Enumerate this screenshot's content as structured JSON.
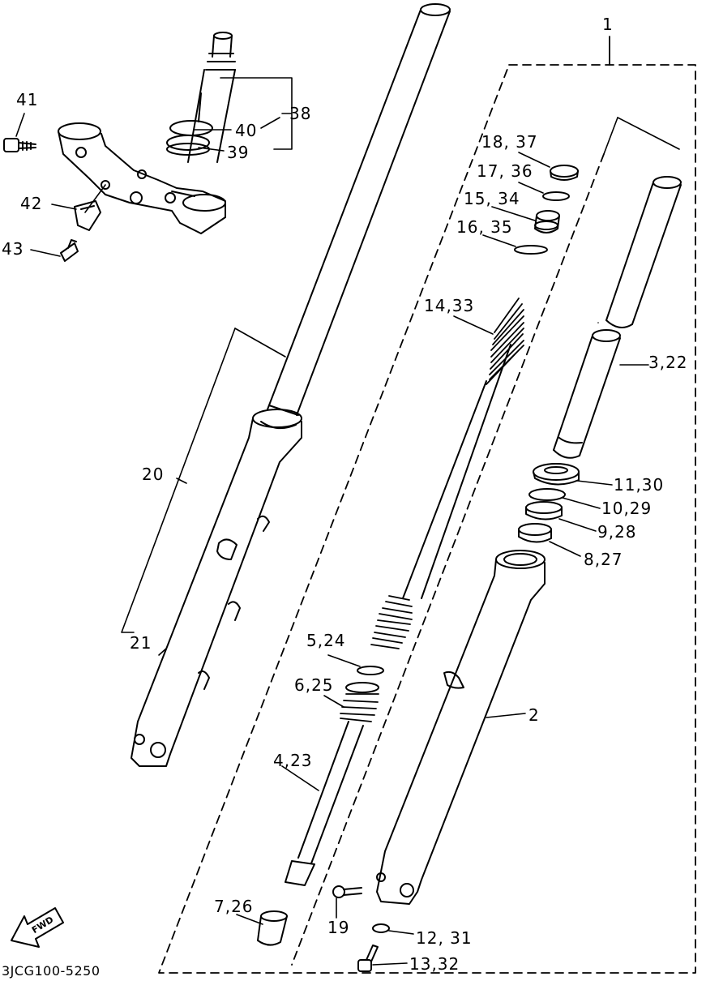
{
  "diagram": {
    "labels": {
      "l1": "1",
      "l2": "2",
      "l3_22": "3,22",
      "l4_23": "4,23",
      "l5_24": "5,24",
      "l6_25": "6,25",
      "l7_26": "7,26",
      "l8_27": "8,27",
      "l9_28": "9,28",
      "l10_29": "10,29",
      "l11_30": "11,30",
      "l12_31": "12, 31",
      "l13_32": "13,32",
      "l14_33": "14,33",
      "l15_34": "15, 34",
      "l16_35": "16, 35",
      "l17_36": "17, 36",
      "l18_37": "18, 37",
      "l19": "19",
      "l20": "20",
      "l21": "21",
      "l38": "38",
      "l39": "39",
      "l40": "40",
      "l41": "41",
      "l42": "42",
      "l43": "43"
    },
    "fwd": "FWD",
    "code": "3JCG100-5250"
  }
}
